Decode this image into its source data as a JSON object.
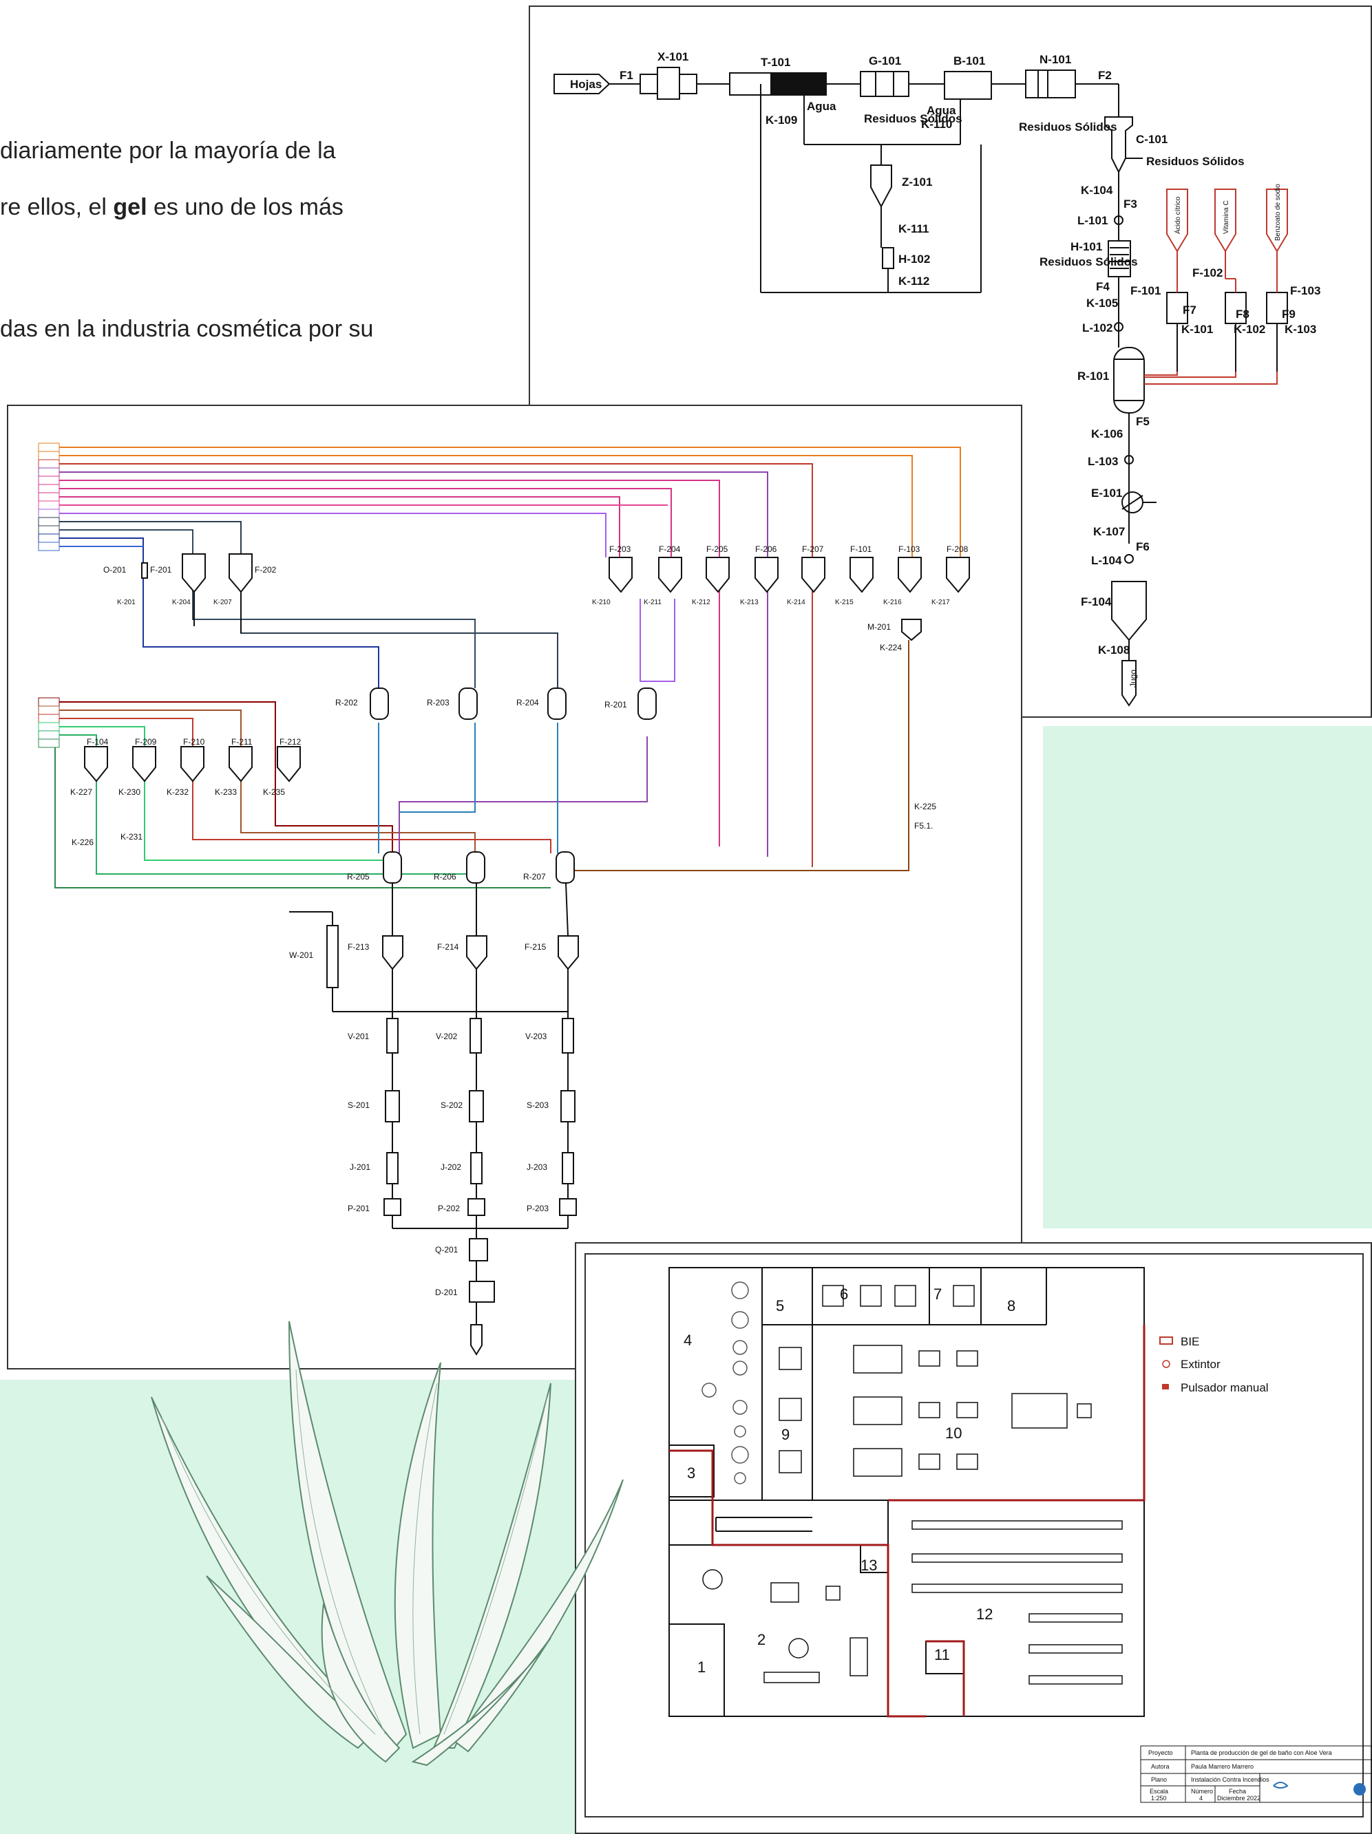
{
  "intro": {
    "line1": "diariamente por la mayoría de la",
    "line2_a": "re ellos, el ",
    "line2_bold": "gel",
    "line2_b": " es uno de los más",
    "line3": "das en la industria cosmética por su"
  },
  "diagram1": {
    "feed": "Hojas",
    "streams": [
      "F1",
      "F2",
      "F3",
      "F4",
      "F5",
      "F6",
      "F7",
      "F8",
      "F9"
    ],
    "equipment": [
      "X-101",
      "T-101",
      "G-101",
      "B-101",
      "N-101",
      "C-101",
      "Z-101",
      "H-102",
      "H-101",
      "L-101",
      "L-102",
      "L-103",
      "L-104",
      "R-101",
      "E-101",
      "F-101",
      "F-102",
      "F-103",
      "F-104"
    ],
    "valves": [
      "K-104",
      "K-105",
      "K-106",
      "K-107",
      "K-108",
      "K-109",
      "K-110",
      "K-111",
      "K-112",
      "K-101",
      "K-102",
      "K-103"
    ],
    "notes": {
      "agua1": "Agua",
      "agua2": "Agua",
      "residuos1": "Residuos Sólidos",
      "residuos2": "Residuos Sólidos",
      "residuos3": "Residuos Sólidos",
      "residuos4": "Residuos Sólidos"
    },
    "additives": [
      "Ácido cítrico",
      "Vitamina C",
      "Benzoato de sodio"
    ],
    "product": "Jugo"
  },
  "diagram2": {
    "top_tanks": [
      "O-201",
      "F-201",
      "F-202",
      "F-203",
      "F-204",
      "F-205",
      "F-206",
      "F-207",
      "F-101",
      "F-103",
      "F-208"
    ],
    "top_valves": [
      "K-201",
      "K-204",
      "K-207",
      "K-210",
      "K-211",
      "K-212",
      "K-213",
      "K-214",
      "K-215",
      "K-216",
      "K-217"
    ],
    "reactors_a": [
      "R-202",
      "R-203",
      "R-204",
      "R-201"
    ],
    "mixer": "M-201",
    "side_tanks": [
      "F-104",
      "F-209",
      "F-210",
      "F-211",
      "F-212"
    ],
    "side_valves": [
      "K-227",
      "K-230",
      "K-232",
      "K-233",
      "K-235"
    ],
    "reactors_b": [
      "R-205",
      "R-206",
      "R-207"
    ],
    "wash": "W-201",
    "fill_tanks": [
      "F-213",
      "F-214",
      "F-215"
    ],
    "line_v": [
      "V-201",
      "V-202",
      "V-203"
    ],
    "line_s": [
      "S-201",
      "S-202",
      "S-203"
    ],
    "line_j": [
      "J-201",
      "J-202",
      "J-203"
    ],
    "line_p": [
      "P-201",
      "P-202",
      "P-203"
    ],
    "final": [
      "Q-201",
      "D-201"
    ],
    "misc": {
      "k225": "K-225",
      "f51": "F5.1.",
      "k226": "K-226",
      "k231": "K-231",
      "k224": "K-224"
    }
  },
  "plan": {
    "rooms": [
      "1",
      "2",
      "3",
      "4",
      "5",
      "6",
      "7",
      "8",
      "9",
      "10",
      "11",
      "12",
      "13"
    ],
    "legend": [
      "BIE",
      "Extintor",
      "Pulsador manual"
    ],
    "title_block": {
      "proyecto_label": "Proyecto",
      "proyecto": "Planta de producción de gel de baño con Aloe Vera",
      "autora_label": "Autora",
      "autora": "Paula Marrero Marrero",
      "plano_label": "Plano",
      "plano": "Instalación Contra Incendios",
      "escala_label": "Escala",
      "numero_label": "Número",
      "fecha_label": "Fecha",
      "escala": "1:250",
      "numero": "4",
      "fecha": "Diciembre 2022"
    }
  },
  "colors": {
    "mint": "#d8f5e6",
    "plant": "#5c8a6e",
    "red": "#c0392b"
  }
}
